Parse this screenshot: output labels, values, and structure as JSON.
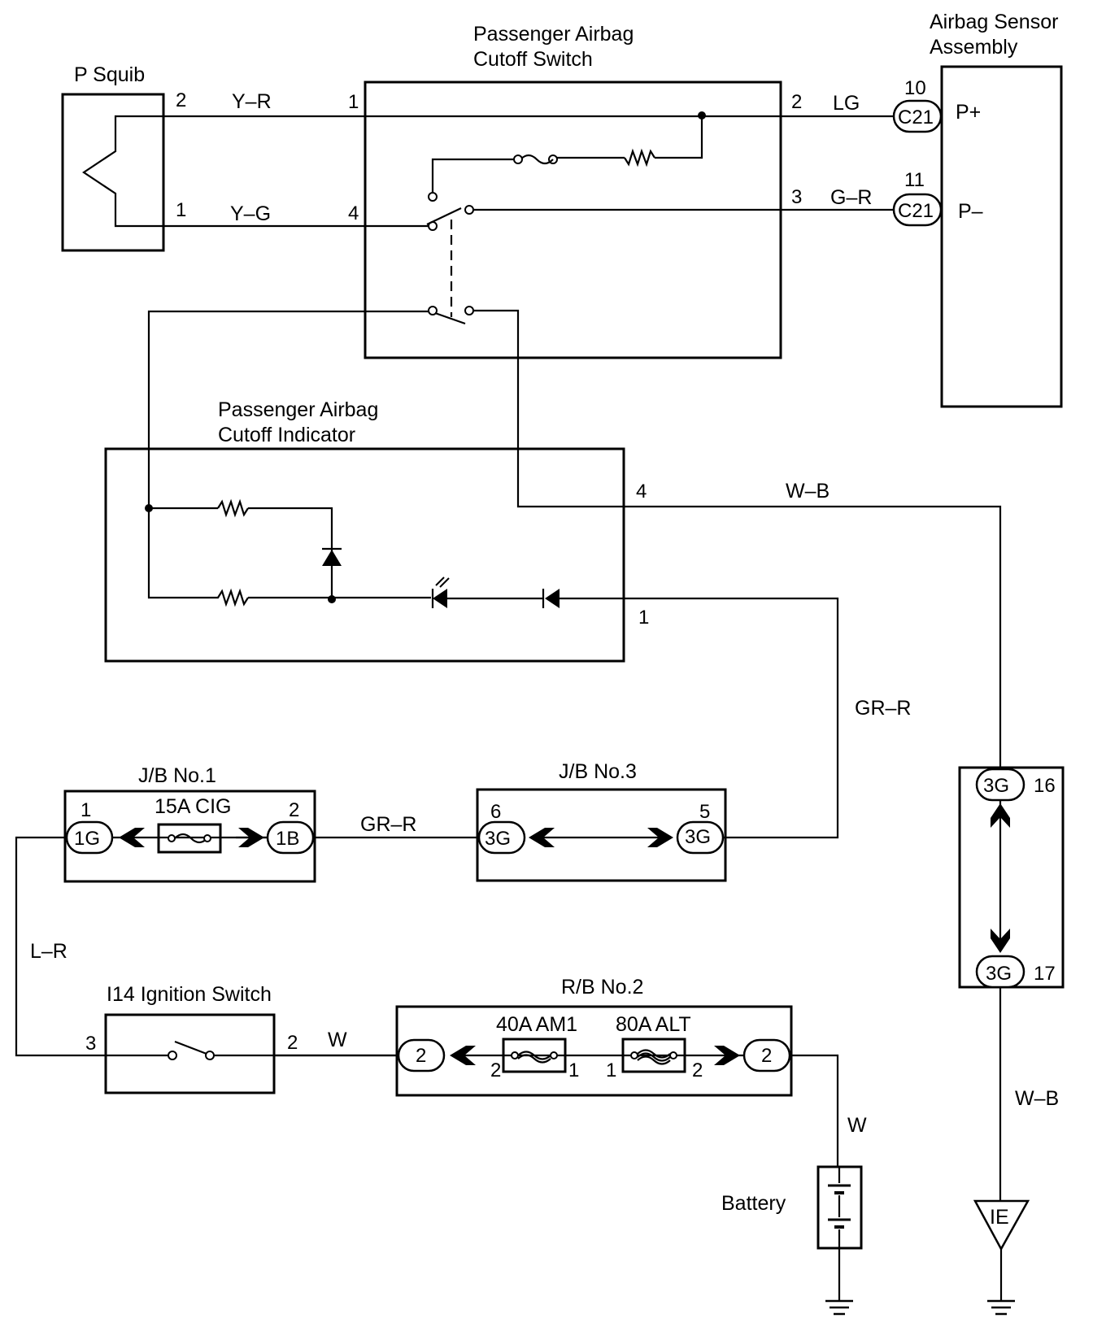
{
  "components": {
    "p_squib": "P Squib",
    "cutoff_switch_l1": "Passenger Airbag",
    "cutoff_switch_l2": "Cutoff Switch",
    "sensor_l1": "Airbag Sensor",
    "sensor_l2": "Assembly",
    "indicator_l1": "Passenger Airbag",
    "indicator_l2": "Cutoff Indicator",
    "jb1": "J/B No.1",
    "jb3": "J/B No.3",
    "ignition": "I14 Ignition Switch",
    "rb2": "R/B No.2",
    "battery": "Battery"
  },
  "fuses": {
    "cig": "15A CIG",
    "am1": "40A AM1",
    "alt": "80A ALT"
  },
  "wires": {
    "yr": "Y–R",
    "yg": "Y–G",
    "lg": "LG",
    "gr": "G–R",
    "wb_top": "W–B",
    "grr_right": "GR–R",
    "grr_mid": "GR–R",
    "lr": "L–R",
    "w_ign": "W",
    "w_batt": "W",
    "wb_bottom": "W–B"
  },
  "pins": {
    "squib_2": "2",
    "squib_1": "1",
    "sw_1": "1",
    "sw_4": "4",
    "sw_2": "2",
    "sw_3": "3",
    "sens_10": "10",
    "sens_11": "11",
    "sens_pplus": "P+",
    "sens_pminus": "P–",
    "ind_4": "4",
    "ind_1": "1",
    "jb1_1": "1",
    "jb1_2": "2",
    "jb3_6": "6",
    "jb3_5": "5",
    "gnd_16": "16",
    "gnd_17": "17",
    "ign_3": "3",
    "ign_2": "2",
    "am1_2": "2",
    "am1_1": "1",
    "alt_1": "1",
    "alt_2": "2"
  },
  "connectors": {
    "c21_a": "C21",
    "c21_b": "C21",
    "jb1_left": "1G",
    "jb1_right": "1B",
    "jb3_left": "3G",
    "jb3_right": "3G",
    "gnd_top": "3G",
    "gnd_bottom": "3G",
    "rb2_left": "2",
    "rb2_right": "2"
  },
  "ground": {
    "ie": "IE"
  }
}
